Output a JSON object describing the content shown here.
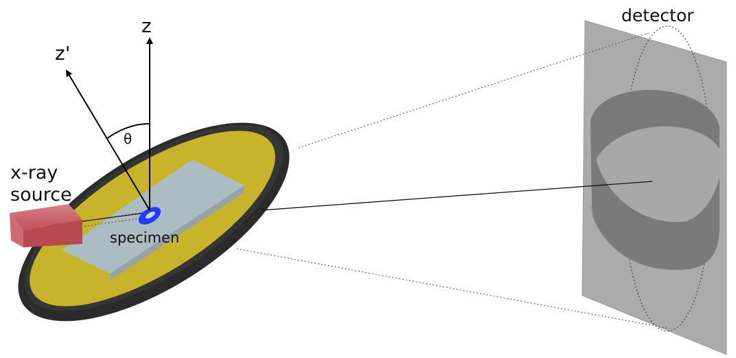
{
  "labels": {
    "z": "z",
    "z_prime": "z'",
    "theta": "θ",
    "xray_source_line1": "x-ray",
    "xray_source_line2": "source",
    "specimen": "specimen",
    "detector": "detector"
  },
  "colors": {
    "stage_ring": "#2b2b2b",
    "stage_surface": "#c7b42a",
    "slide": "#a9bccd",
    "source_box": "#c0515a",
    "specimen": "#1f3cff",
    "detector_plate": "#ababab",
    "diffraction_ring": "#7a7a7a"
  }
}
